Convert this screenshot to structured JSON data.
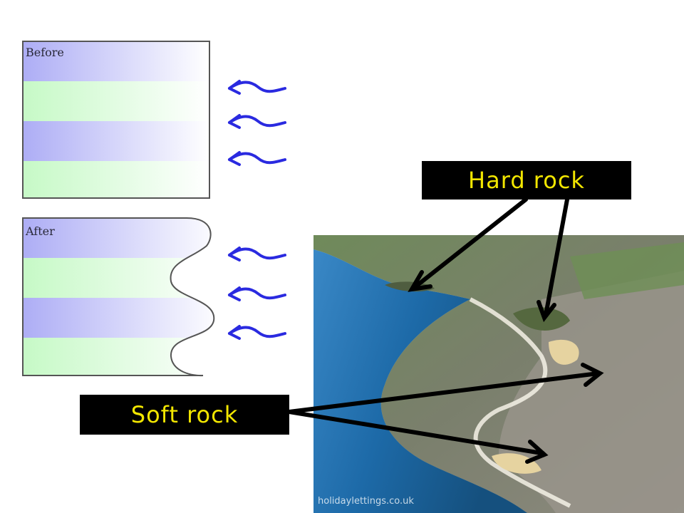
{
  "diagram": {
    "before_label": "Before",
    "after_label": "After",
    "wave_arrow_icon": "wave-arrow-left",
    "colors": {
      "soft_band": "#b4b4f6",
      "hard_band": "#c8fac8",
      "frame": "#555555"
    }
  },
  "photo": {
    "watermark": "holidaylettings.co.uk",
    "label_hard": "Hard rock",
    "label_soft": "Soft rock",
    "label_bg": "#000000",
    "label_text_color": "#f2e600"
  }
}
